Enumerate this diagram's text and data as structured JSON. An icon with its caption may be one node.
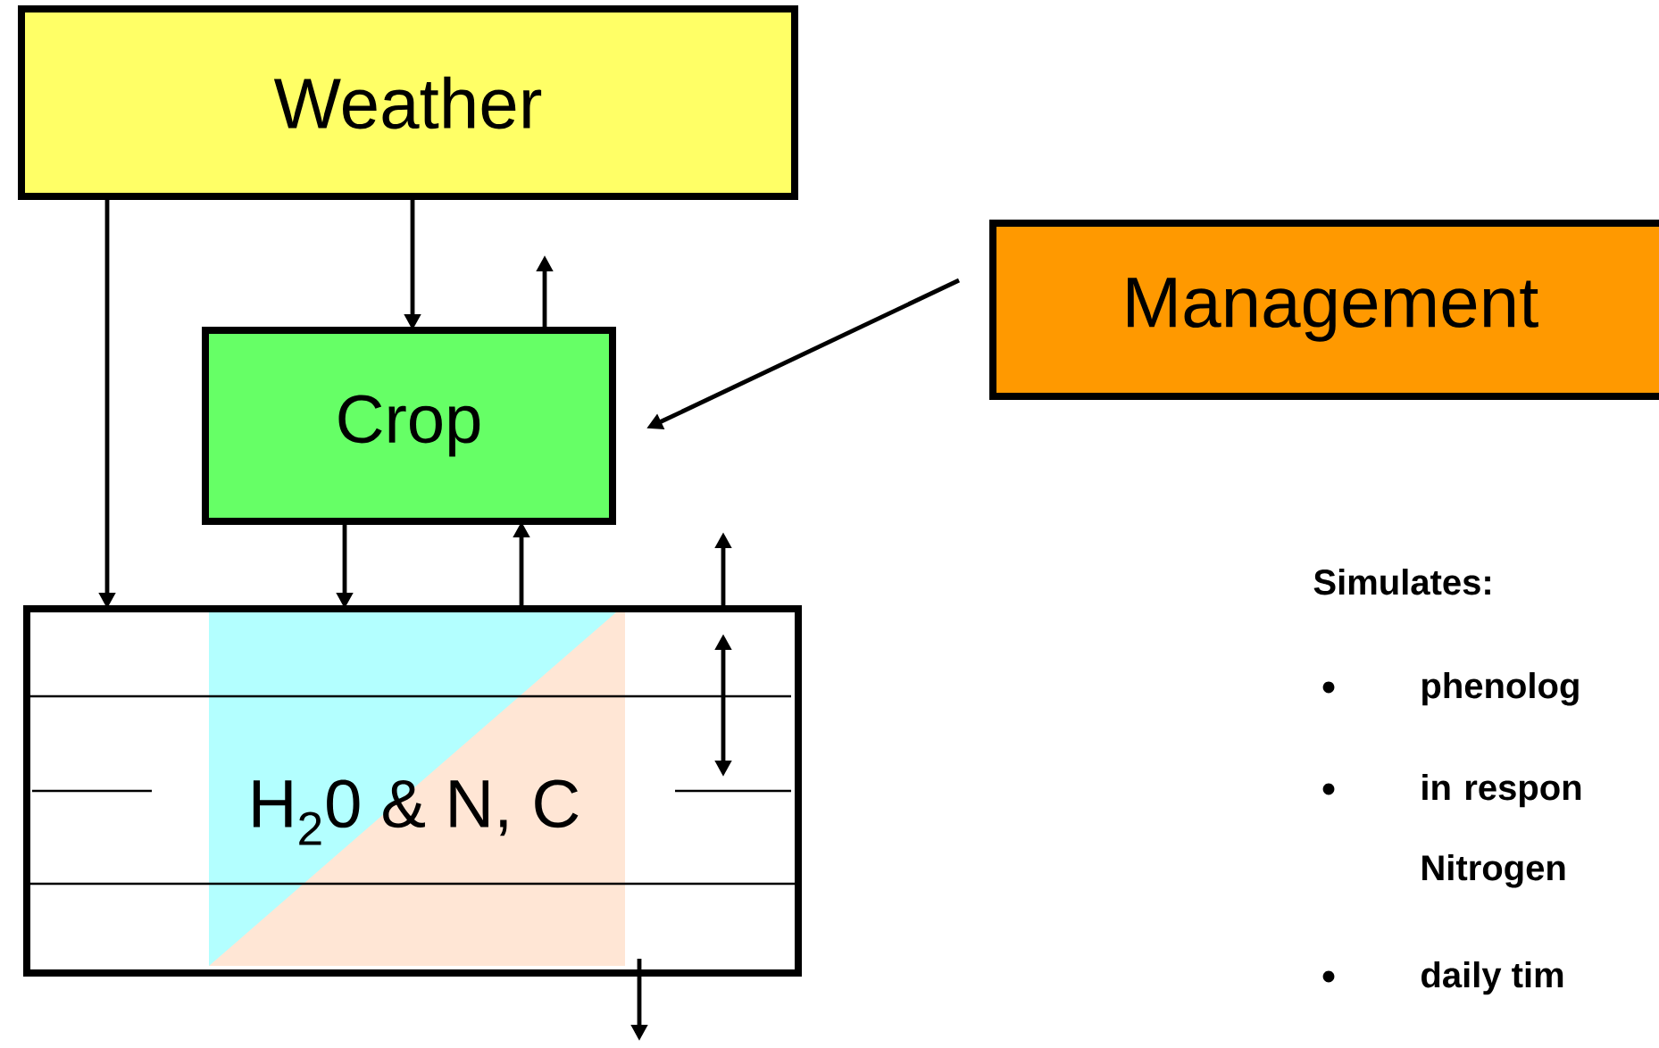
{
  "diagram": {
    "nodes": [
      {
        "text": [
          "Weather"
        ]
      },
      {
        "text": [
          "Crop"
        ]
      },
      {
        "text": [
          "Management"
        ]
      },
      {
        "text": [
          "H$_{2}$0 & N, C"
        ]
      }
    ],
    "edges": [
      {
        "from": 0,
        "to": 3,
        "arrow": "to"
      },
      {
        "from": 0,
        "to": 1,
        "arrow": "to"
      },
      {
        "from": 1,
        "to": 3,
        "arrow": "to"
      },
      {
        "from": 3,
        "to": 1,
        "arrow": "to"
      },
      {
        "from": 2,
        "to": 1,
        "arrow": "to"
      },
      {
        "from": 1,
        "to": null,
        "arrow": "to"
      },
      {
        "from": 3,
        "to": null,
        "arrow": "to"
      },
      {
        "from": 3,
        "to": null,
        "arrow": "to"
      }
    ],
    "labels": [
      "Simulates:",
      "phenolog",
      "in respon Nitrogen",
      "daily tim"
    ]
  }
}
